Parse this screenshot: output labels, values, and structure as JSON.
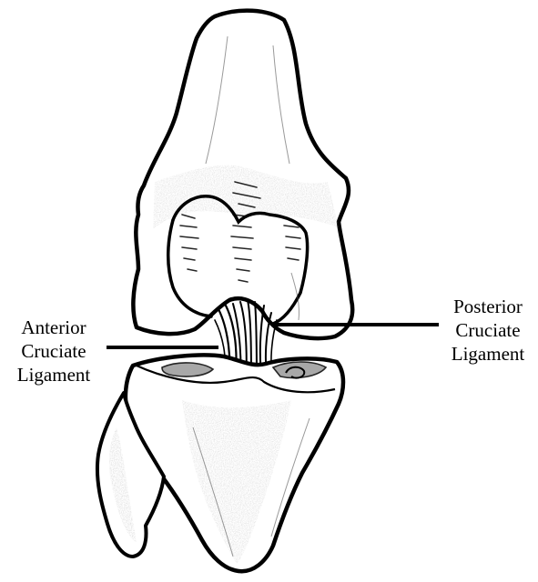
{
  "labels": {
    "anterior": [
      "Anterior",
      "Cruciate",
      "Ligament"
    ],
    "posterior": [
      "Posterior",
      "Cruciate",
      "Ligament"
    ]
  },
  "colors": {
    "ink": "#000000",
    "background": "#ffffff",
    "shading": "#9a9a9a"
  }
}
